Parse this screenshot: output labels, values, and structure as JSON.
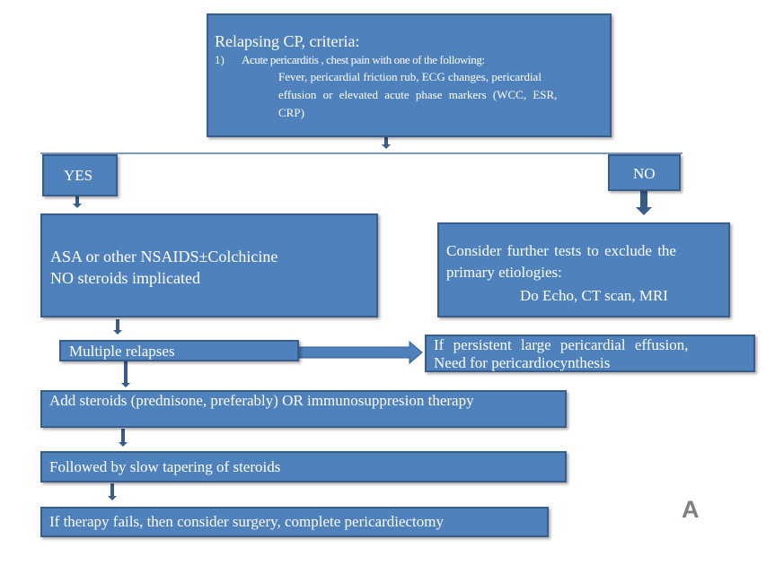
{
  "criteria": {
    "title": "Relapsing CP, criteria:",
    "item_number": "1)",
    "item_text": "Acute pericarditis , chest pain with one of the following:",
    "detail_lines": [
      "Fever, pericardial friction rub, ECG changes, pericardial",
      "effusion or elevated acute phase markers (WCC, ESR,",
      "CRP)"
    ]
  },
  "yes_label": "YES",
  "no_label": "NO",
  "yes_branch": {
    "lines": [
      "ASA or other NSAIDS±Colchicine",
      "NO steroids implicated"
    ]
  },
  "no_branch": {
    "lines": [
      "Consider further tests to exclude the",
      "primary etiologies:",
      "Do Echo, CT scan, MRI"
    ]
  },
  "multiple_relapses": "Multiple relapses",
  "effusion": {
    "lines": [
      "If persistent large pericardial effusion,",
      "Need for pericardiocynthesis"
    ]
  },
  "steroids": "Add steroids (prednisone, preferably) OR immunosuppresion therapy",
  "tapering": "Followed by slow tapering of steroids",
  "surgery": "If therapy fails, then consider surgery, complete pericardiectomy",
  "panel_letter": "A",
  "colors": {
    "box_fill": "#4f81bd",
    "box_border": "#385d8a",
    "panel_letter": "#7f7f7f"
  }
}
